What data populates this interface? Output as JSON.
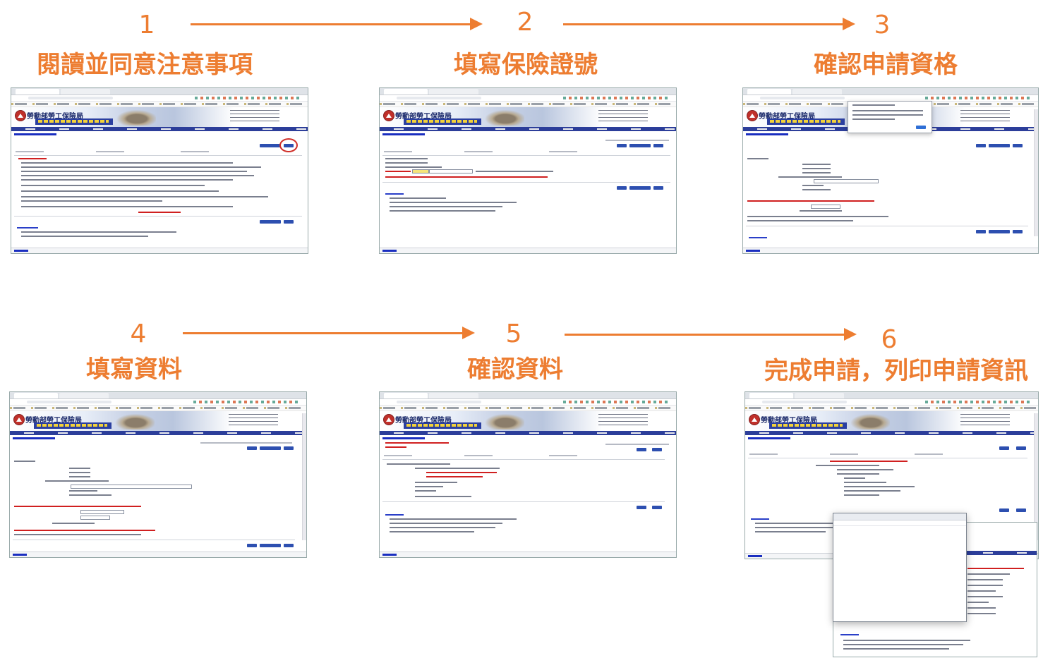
{
  "steps": [
    {
      "number": "1",
      "title": "閱讀並同意注意事項"
    },
    {
      "number": "2",
      "title": "填寫保險證號"
    },
    {
      "number": "3",
      "title": "確認申請資格"
    },
    {
      "number": "4",
      "title": "填寫資料"
    },
    {
      "number": "5",
      "title": "確認資料"
    },
    {
      "number": "6",
      "title": "完成申請，列印申請資訊"
    }
  ],
  "screenshot": {
    "site_name": "勞動部勞工保險局"
  },
  "colors": {
    "accent": "#ED7D31",
    "site_nav": "#2c3e9a",
    "site_red": "#d02020",
    "site_blue": "#2a3fc8"
  }
}
